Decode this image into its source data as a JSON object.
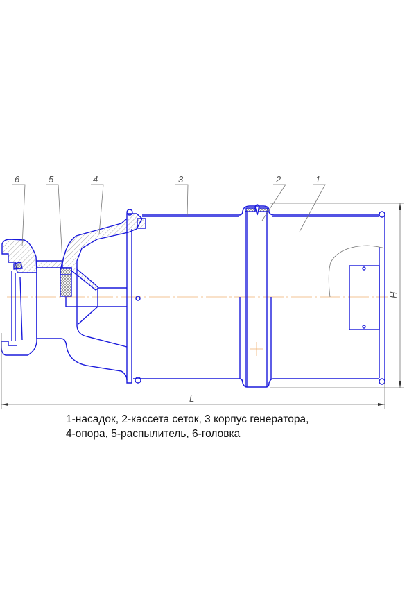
{
  "labels": {
    "p1": "1",
    "p2": "2",
    "p3": "3",
    "p4": "4",
    "p5": "5",
    "p6": "6"
  },
  "dimensions": {
    "length": "L",
    "height": "H"
  },
  "caption": {
    "line1": "1-насадок, 2-кассета сеток, 3 корпус генератора,",
    "line2": "4-опора, 5-распылитель, 6-головка"
  }
}
